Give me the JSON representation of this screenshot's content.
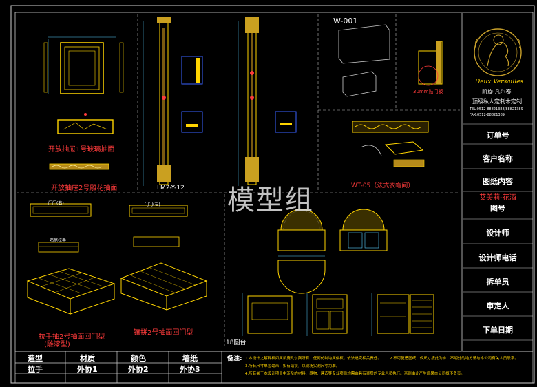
{
  "watermark": "模型组",
  "logo": {
    "brand_en": "Deux Versailles",
    "brand_cn": "凯旋·凡尔赛",
    "tagline": "顶级私人定制木定制",
    "tel": "TEL:0512-88821388/88821389",
    "fax": "FAX:0512-88821389"
  },
  "title_block": {
    "order_no": "订单号",
    "customer": "客户名称",
    "content": "图纸内容",
    "content_value": "艾美莉-花酒",
    "drawing_no": "图号",
    "designer": "设计师",
    "designer_phone": "设计师电话",
    "checker": "拆单员",
    "approver": "审定人",
    "date": "下单日期"
  },
  "bottom_table": {
    "h1": "造型",
    "h2": "材质",
    "h3": "颜色",
    "h4": "墙纸",
    "r1": "拉手",
    "r2": "外协1",
    "r3": "外协2",
    "r4": "外协3",
    "notes_label": "备注:",
    "note1": "1.本设计之解释权如属凯旋凡尔赛所有，任何仿制均属侵权，依法追究相关责任。",
    "note2": "2.不可复造图纸，仅尺寸按此为准，不明处的地方请与本公司有关人员联系。",
    "note3": "3.所有尺寸单位毫米，如有错误，以现场实测尺寸为准。",
    "note4": "4.所有关于本设计项目中涉及的材料、器物、建造等专业项目均需由具有资质的专业人员执行。否则由此产生后果本公司概不负责。"
  },
  "labels": {
    "drawer1": "开放抽屉1号玻璃抽面",
    "drawer2": "开放抽屉2号雕花抽面",
    "lm": "LM2-Y-12",
    "w001": "W-001",
    "profile": "30mm贴门板",
    "wt05": "WT-05（法式衣帽间）",
    "door1": "拉手抽2号抽面回门型",
    "door1b": "(雕漆型)",
    "door2": "镶拼2号抽面回门型",
    "round": "18圆台",
    "dim_a": "门门(右)",
    "dim_b": "门门(右)",
    "dim_c": "鸡尾拉手"
  },
  "colors": {
    "linework": "#ffd400",
    "accent_red": "#ff3b3b",
    "border": "#cfcfcf",
    "blue": "#3a62ff"
  }
}
